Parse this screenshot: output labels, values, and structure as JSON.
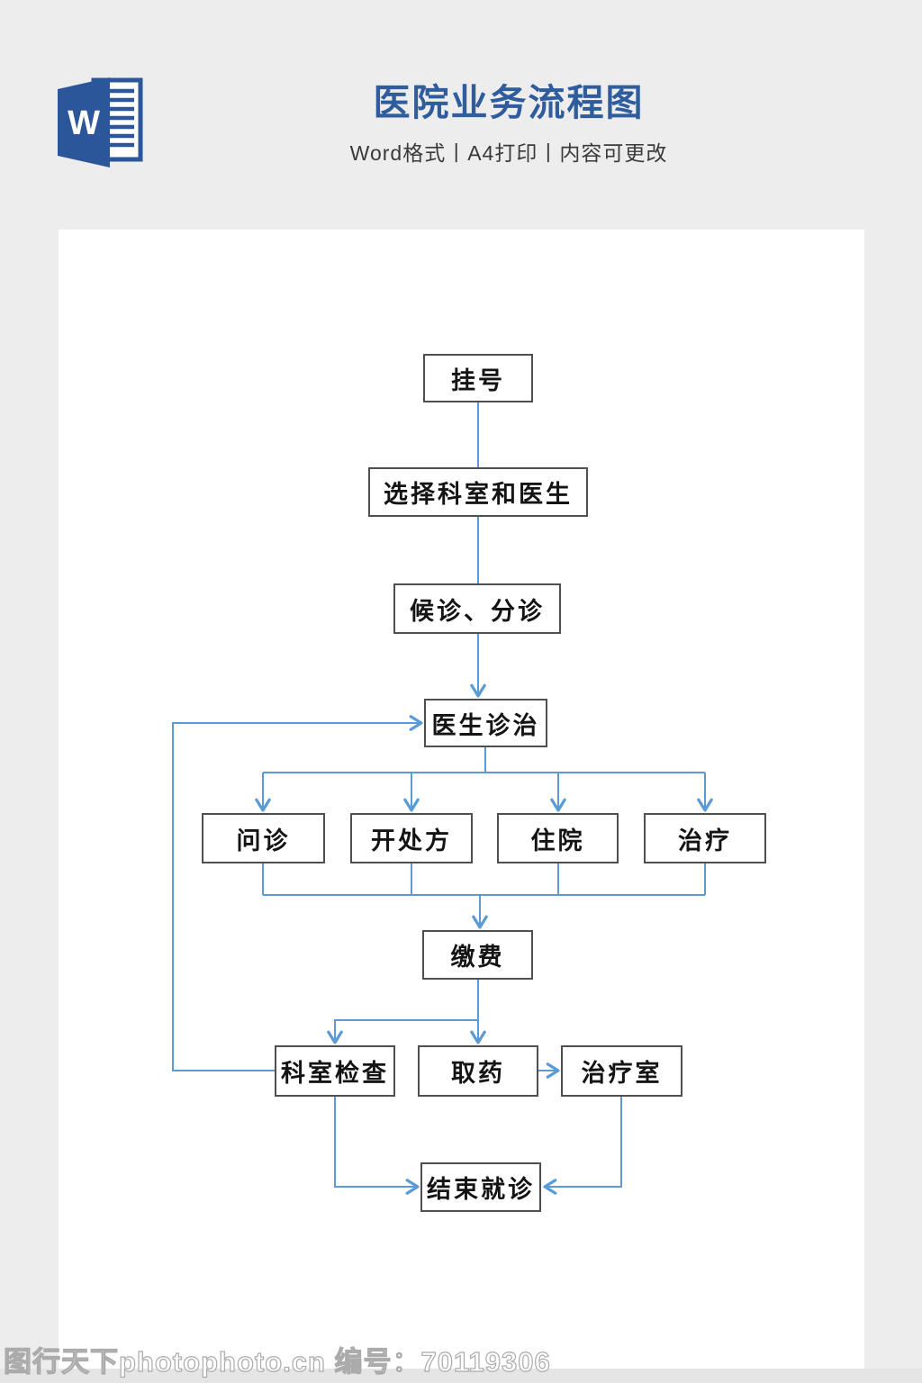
{
  "header": {
    "title": "医院业务流程图",
    "subtitle": "Word格式丨A4打印丨内容可更改",
    "icon": "word-logo",
    "icon_letter": "W",
    "title_color": "#2e5c9c",
    "word_blue": "#2b579a"
  },
  "flowchart": {
    "line_color": "#5b9bd5",
    "box_border_color": "#4f4f4f",
    "nodes": [
      {
        "id": "register",
        "label": "挂号"
      },
      {
        "id": "choose-dept-doctor",
        "label": "选择科室和医生"
      },
      {
        "id": "waiting-triage",
        "label": "候诊、分诊"
      },
      {
        "id": "doctor-diagnosis",
        "label": "医生诊治"
      },
      {
        "id": "inquiry",
        "label": "问诊"
      },
      {
        "id": "prescription",
        "label": "开处方"
      },
      {
        "id": "hospitalization",
        "label": "住院"
      },
      {
        "id": "treatment",
        "label": "治疗"
      },
      {
        "id": "payment",
        "label": "缴费"
      },
      {
        "id": "dept-examination",
        "label": "科室检查"
      },
      {
        "id": "dispensary",
        "label": "取药"
      },
      {
        "id": "treatment-room",
        "label": "治疗室"
      },
      {
        "id": "end-visit",
        "label": "结束就诊"
      }
    ],
    "edges": [
      {
        "from": "register",
        "to": "choose-dept-doctor",
        "arrow": false
      },
      {
        "from": "choose-dept-doctor",
        "to": "waiting-triage",
        "arrow": false
      },
      {
        "from": "waiting-triage",
        "to": "doctor-diagnosis",
        "arrow": true
      },
      {
        "from": "doctor-diagnosis",
        "to": "inquiry",
        "arrow": true
      },
      {
        "from": "doctor-diagnosis",
        "to": "prescription",
        "arrow": true
      },
      {
        "from": "doctor-diagnosis",
        "to": "hospitalization",
        "arrow": true
      },
      {
        "from": "doctor-diagnosis",
        "to": "treatment",
        "arrow": true
      },
      {
        "from": "inquiry",
        "to": "payment",
        "arrow": true
      },
      {
        "from": "prescription",
        "to": "payment",
        "arrow": true
      },
      {
        "from": "hospitalization",
        "to": "payment",
        "arrow": true
      },
      {
        "from": "treatment",
        "to": "payment",
        "arrow": true
      },
      {
        "from": "payment",
        "to": "dept-examination",
        "arrow": true
      },
      {
        "from": "payment",
        "to": "dispensary",
        "arrow": true
      },
      {
        "from": "dispensary",
        "to": "treatment-room",
        "arrow": true
      },
      {
        "from": "dept-examination",
        "to": "end-visit",
        "arrow": true
      },
      {
        "from": "treatment-room",
        "to": "end-visit",
        "arrow": true
      },
      {
        "from": "dept-examination",
        "to": "doctor-diagnosis",
        "arrow": true
      }
    ]
  },
  "watermark": {
    "text": "图行天下photophoto.cn 编号：70119306"
  }
}
